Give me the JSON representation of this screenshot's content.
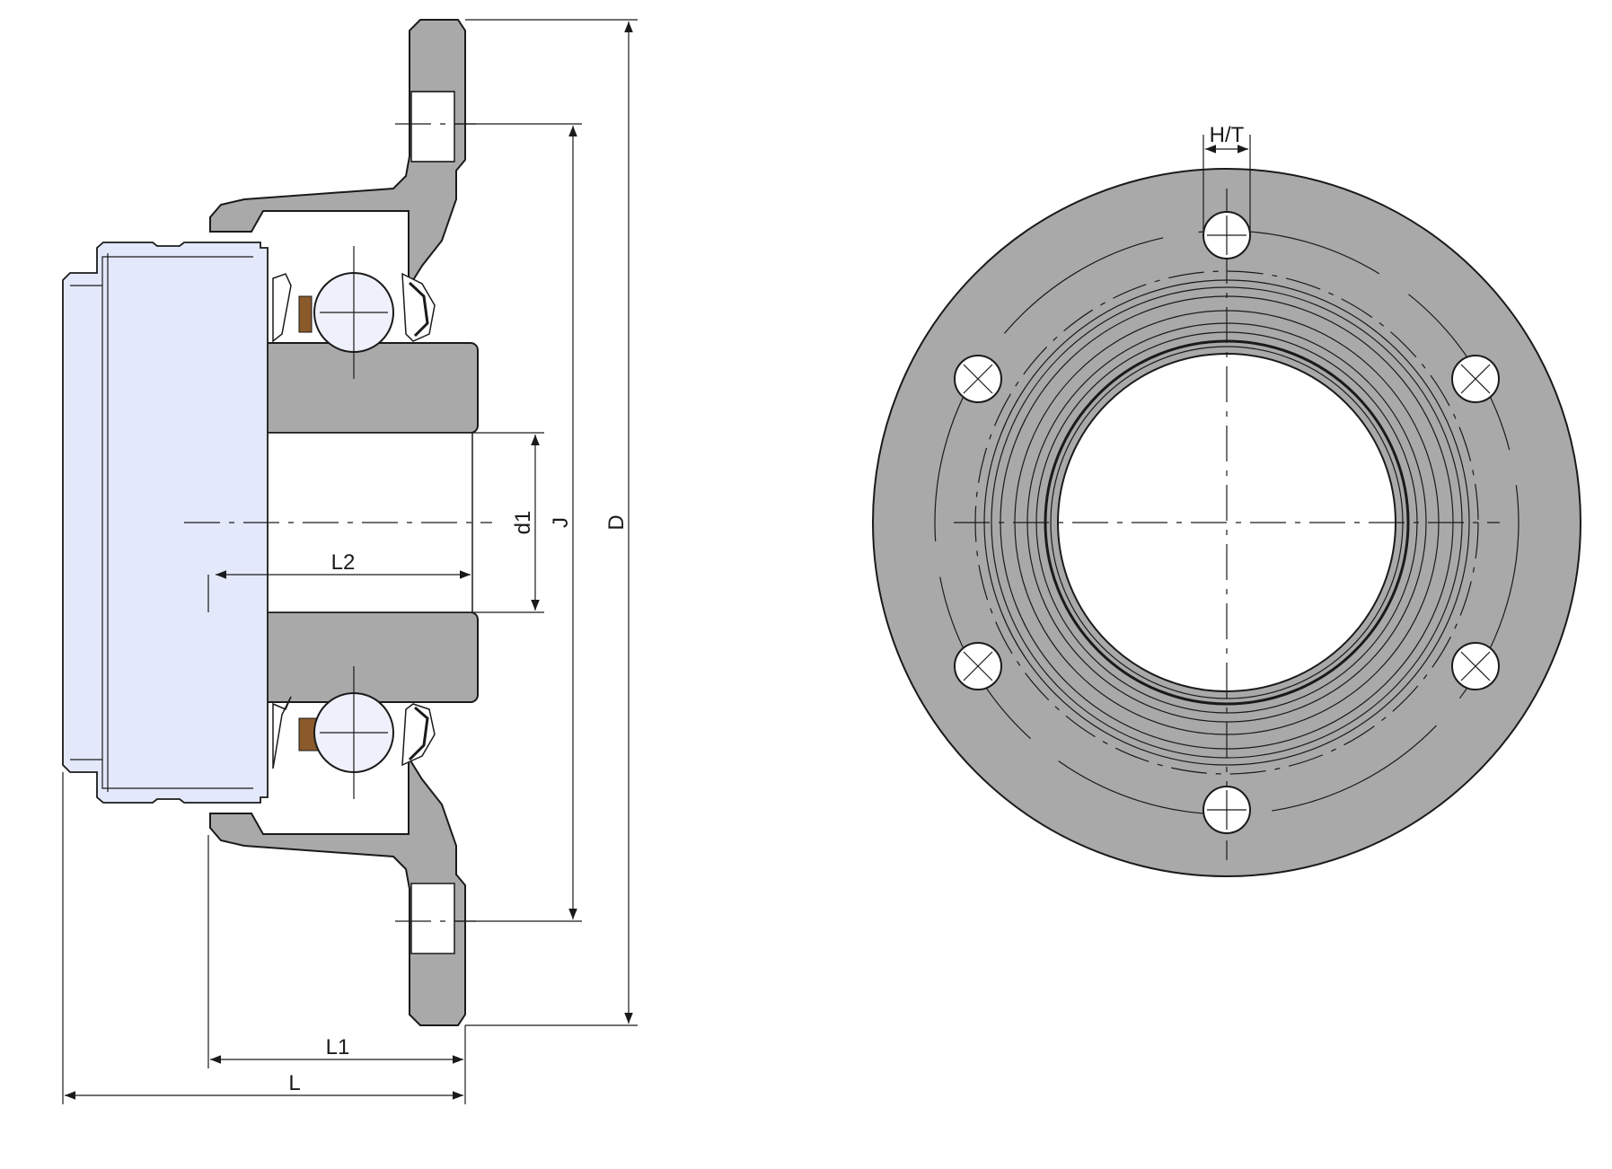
{
  "drawing": {
    "kind": "flanged bearing unit technical drawing",
    "views": [
      "section-view",
      "front-view"
    ],
    "colors": {
      "housing": "#a9a9a9",
      "insert": "#e3e8fb",
      "ball": "#eef0fb",
      "retainer": "#8b5a2b",
      "line": "#1a1a1a",
      "background": "#ffffff"
    }
  },
  "labels": {
    "L": "L",
    "L1": "L1",
    "L2": "L2",
    "d1": "d1",
    "J": "J",
    "D": "D",
    "HT": "H/T"
  }
}
